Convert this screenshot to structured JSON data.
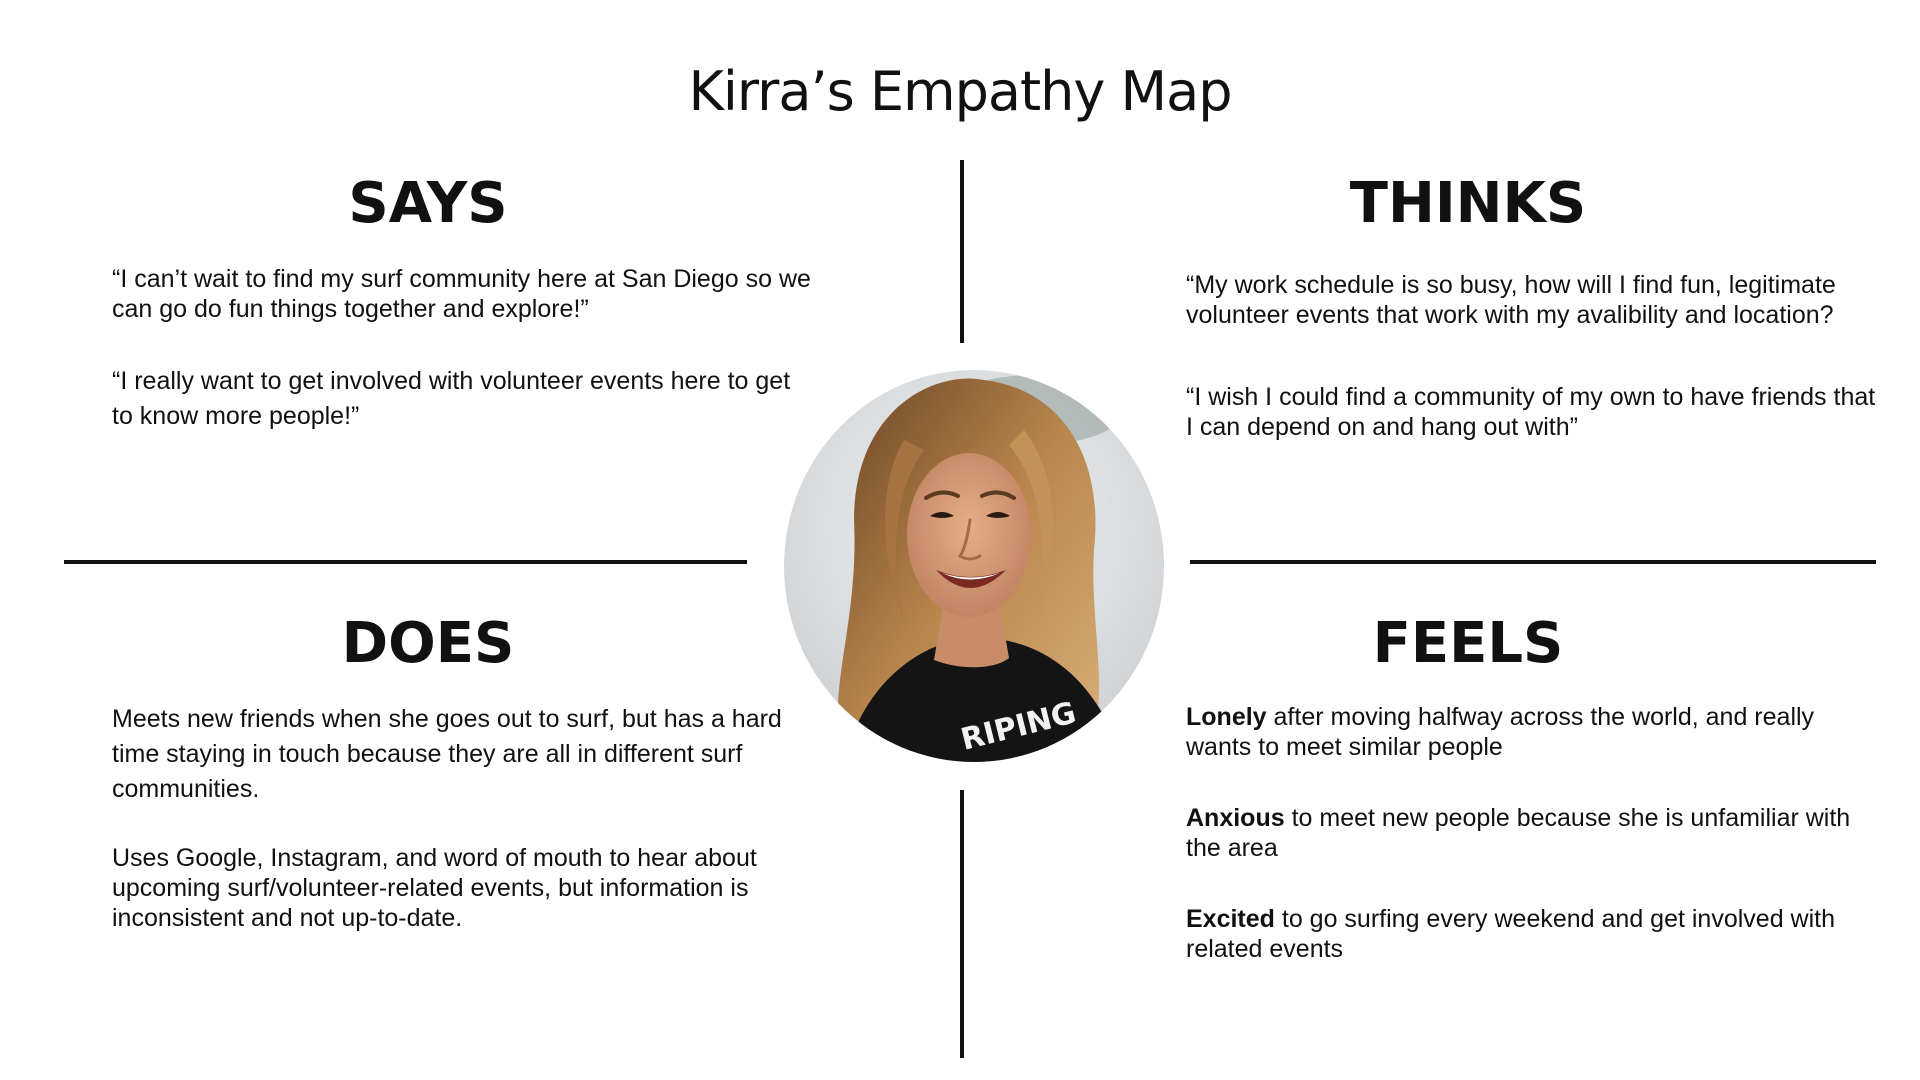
{
  "title": "Kirra’s Empathy Map",
  "says": {
    "heading": "SAYS",
    "items": [
      "“I can’t wait to find my surf community here at San Diego so we can go do fun things together and explore!”",
      "“I really want to get involved with volunteer events here to get to know more people!”"
    ]
  },
  "thinks": {
    "heading": "THINKS",
    "items": [
      "“My work schedule is so busy, how will I find fun, legitimate volunteer events that work with my avalibility and location?",
      "“I wish I could find a community of my own to have friends that I can depend on and hang out with”"
    ]
  },
  "does": {
    "heading": "DOES",
    "items": [
      "Meets new friends when she goes out to surf, but has a hard time staying in touch because they are all in different surf communities.",
      "Uses Google, Instagram, and word of mouth to hear about upcoming surf/volunteer-related events, but information is inconsistent and not up-to-date."
    ]
  },
  "feels": {
    "heading": "FEELS",
    "items": [
      {
        "emphasis": "Lonely",
        "text": " after moving halfway across the world, and really wants to meet similar people"
      },
      {
        "emphasis": "Anxious",
        "text": " to meet new people because she is unfamiliar with the area"
      },
      {
        "emphasis": "Excited",
        "text": " to go surfing every weekend and get involved with related events"
      }
    ]
  },
  "photo": {
    "shirt_text": "RIPING",
    "colors": {
      "background": "#e4e6e7",
      "hair": "#a8743f",
      "skin": "#d9a07a",
      "shirt": "#141414"
    }
  },
  "colors": {
    "text": "#111111",
    "lines": "#111111",
    "background": "#ffffff"
  }
}
